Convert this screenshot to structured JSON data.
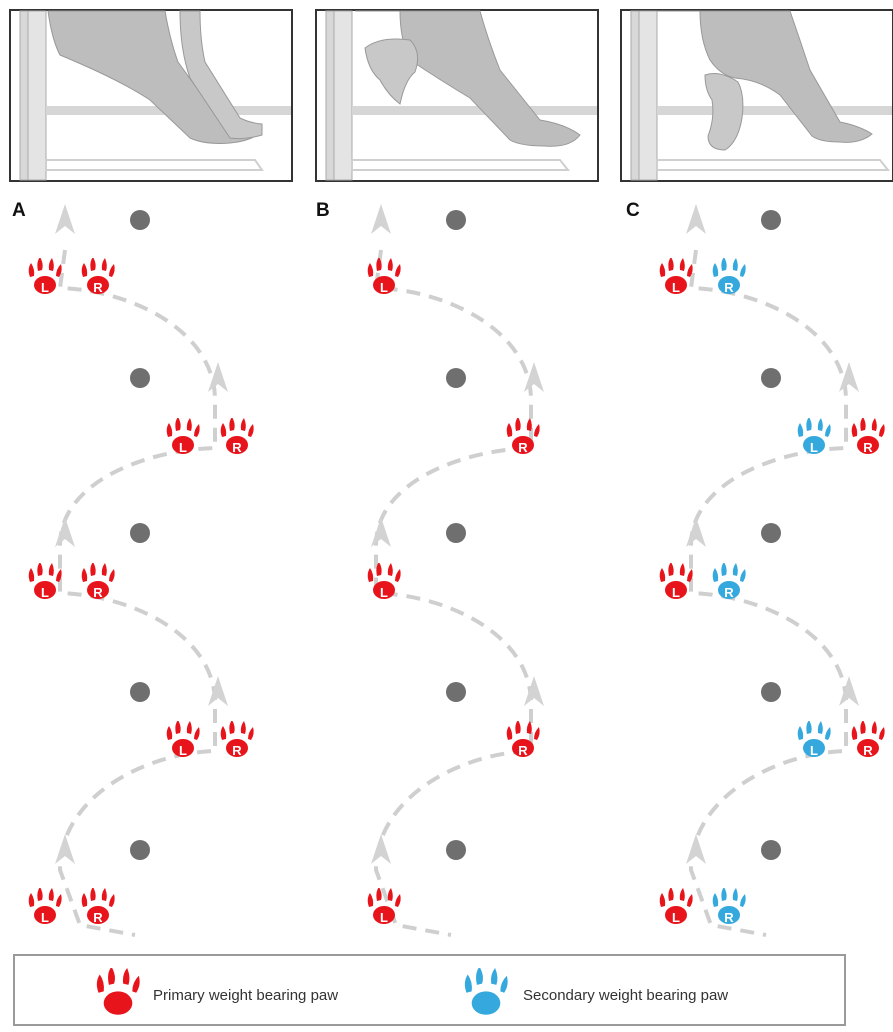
{
  "panels": [
    {
      "id": "A",
      "letter": "A",
      "left_paw": "L",
      "right_paw": "R",
      "rows": [
        {
          "side": "left",
          "paws": [
            "primary",
            "primary"
          ]
        },
        {
          "side": "right",
          "paws": [
            "primary",
            "primary"
          ]
        },
        {
          "side": "left",
          "paws": [
            "primary",
            "primary"
          ]
        },
        {
          "side": "right",
          "paws": [
            "primary",
            "primary"
          ]
        },
        {
          "side": "left",
          "paws": [
            "primary",
            "primary"
          ]
        }
      ]
    },
    {
      "id": "B",
      "letter": "B",
      "left_paw": "L",
      "right_paw": "R",
      "rows": [
        {
          "side": "left",
          "paws": [
            "primary"
          ]
        },
        {
          "side": "right",
          "paws": [
            "primary"
          ]
        },
        {
          "side": "left",
          "paws": [
            "primary"
          ]
        },
        {
          "side": "right",
          "paws": [
            "primary"
          ]
        },
        {
          "side": "left",
          "paws": [
            "primary"
          ]
        }
      ]
    },
    {
      "id": "C",
      "letter": "C",
      "left_paw": "L",
      "right_paw": "R",
      "rows": [
        {
          "side": "left",
          "paws": [
            "primary",
            "secondary"
          ]
        },
        {
          "side": "right",
          "paws": [
            "secondary",
            "primary"
          ]
        },
        {
          "side": "left",
          "paws": [
            "primary",
            "secondary"
          ]
        },
        {
          "side": "right",
          "paws": [
            "secondary",
            "primary"
          ]
        },
        {
          "side": "left",
          "paws": [
            "primary",
            "secondary"
          ]
        }
      ]
    }
  ],
  "legend": {
    "primary_label": "Primary weight bearing paw",
    "secondary_label": "Secondary weight bearing paw"
  },
  "colors": {
    "primary": "#e8141b",
    "secondary": "#35a9dd",
    "path": "#cfcfcf",
    "marker": "#6f6f6f",
    "arrow": "#d3d3d3",
    "dog": "#bdbdbd",
    "paw_text": "#ffffff"
  }
}
